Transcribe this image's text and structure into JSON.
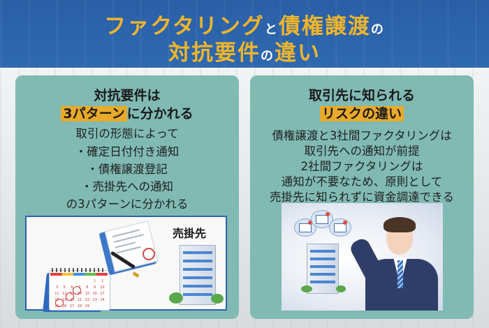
{
  "header": {
    "title_line1_parts": [
      {
        "text": "ファクタリング",
        "style": "accent"
      },
      {
        "text": "と",
        "style": "small-white"
      },
      {
        "text": "債権譲渡",
        "style": "accent"
      },
      {
        "text": "の",
        "style": "small-white"
      }
    ],
    "title_line2_parts": [
      {
        "text": "対抗要件",
        "style": "accent"
      },
      {
        "text": "の",
        "style": "small-white"
      },
      {
        "text": "違い",
        "style": "accent"
      }
    ],
    "t1a": "ファクタリング",
    "t1b": "と",
    "t1c": "債権譲渡",
    "t1d": "の",
    "t2a": "対抗要件",
    "t2b": "の",
    "t2c": "違い"
  },
  "colors": {
    "header_bg": "#2f69b0",
    "title_accent": "#f1b52b",
    "panel_bg": "#80bab3",
    "highlight": "#e9a92a",
    "image_border": "#2c62ad"
  },
  "left_panel": {
    "heading_line1": "対抗要件は",
    "heading_highlight": "3パターン",
    "heading_line2_rest": "に分かれる",
    "intro": "取引の形態によって",
    "items": [
      "・確定日付付き通知",
      "・債権譲渡登記",
      "・売掛先への通知"
    ],
    "outro": "の3パターンに分かれる",
    "image": {
      "label": "売掛先",
      "icons": [
        "calendar-icon",
        "contract-document-icon",
        "fountain-pen-icon",
        "office-building-icon"
      ],
      "calendar_days": [
        "",
        "",
        "",
        "",
        "",
        "1",
        "2",
        "3",
        "5",
        "6",
        "7",
        "8",
        "9",
        "10",
        "11",
        "12",
        "13",
        "14",
        "15",
        "16",
        "17",
        "18",
        "19",
        "20",
        "21",
        "22",
        "23",
        "24",
        "25",
        "26",
        "27",
        "28",
        "29",
        "",
        ""
      ]
    }
  },
  "right_panel": {
    "heading_line1": "取引先に知られる",
    "heading_highlight": "リスクの違い",
    "lines": [
      "債権譲渡と3社間ファクタリングは",
      "取引先への通知が前提",
      "2社間ファクタリングは",
      "通知が不要なため、原則として",
      "売掛先に知られずに資金調達できる"
    ],
    "image": {
      "icons": [
        "office-building-icon",
        "email-notification-icon",
        "worried-businessman-illustration"
      ]
    }
  }
}
